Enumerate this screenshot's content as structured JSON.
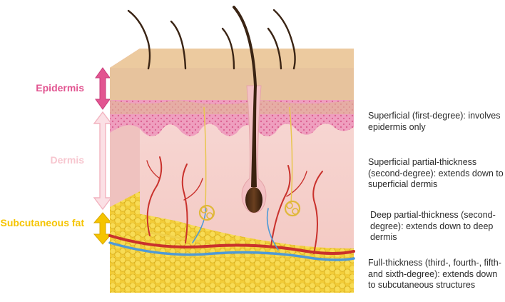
{
  "colors": {
    "epidermis": "#e25591",
    "dermis": "#f7c6cf",
    "subcutaneous": "#f5c400"
  },
  "layers": {
    "epidermis": "Epidermis",
    "dermis": "Dermis",
    "subcutaneous": "Subcutaneous fat"
  },
  "burns": [
    {
      "text": "Superficial (first-degree): involves epidermis only"
    },
    {
      "text": "Superficial partial-thickness (second-degree): extends down to superficial dermis"
    },
    {
      "text": "Deep partial-thickness (second-degree): extends down to deep dermis"
    },
    {
      "text": "Full-thickness (third-, fourth-, fifth- and sixth-degree): extends down to subcutaneous structures"
    }
  ]
}
